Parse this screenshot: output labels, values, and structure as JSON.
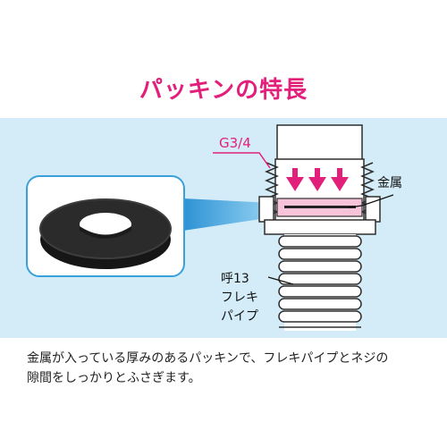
{
  "title": "パッキンの特長",
  "labels": {
    "thread_size": "G3/4",
    "metal": "金属",
    "pipe_line1": "呼13",
    "pipe_line2": "フレキ",
    "pipe_line3": "パイプ"
  },
  "caption": {
    "line1": "金属が入っている厚みのあるパッキンで、フレキパイプとネジの",
    "line2": "隙間をしっかりとふさぎます。"
  },
  "colors": {
    "title_pink": "#e2207b",
    "panel_blue": "#d4ecf8",
    "callout_blue": "#3aa0dc",
    "packing_black": "#262626"
  }
}
